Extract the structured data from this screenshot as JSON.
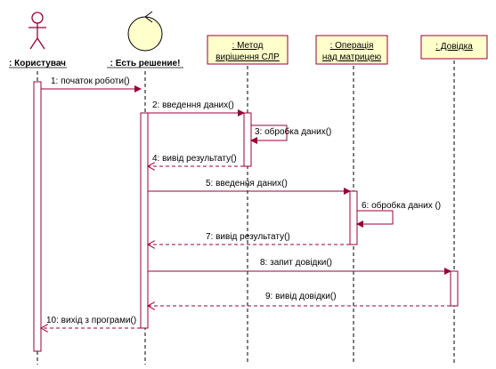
{
  "colors": {
    "line": "#990033",
    "box_fill": "#ffffcc",
    "lifeline": "#000000"
  },
  "participants": [
    {
      "name": ": Користувач",
      "kind": "actor"
    },
    {
      "name": ": Есть решение!",
      "kind": "control"
    },
    {
      "name_line1": ": Метод",
      "name_line2": "вирішення СЛР",
      "kind": "object"
    },
    {
      "name_line1": ": Операція",
      "name_line2": "над матрицею",
      "kind": "object"
    },
    {
      "name": ": Довідка",
      "kind": "object"
    }
  ],
  "messages": [
    {
      "label": "1: початок роботи()",
      "type": "call"
    },
    {
      "label": "2: введення даних()",
      "type": "call"
    },
    {
      "label": "3: обробка даних()",
      "type": "self"
    },
    {
      "label": "4: вивід результату()",
      "type": "return"
    },
    {
      "label": "5: введення даних()",
      "type": "call"
    },
    {
      "label": "6: обробка даних ()",
      "type": "self"
    },
    {
      "label": "7: вивід результату()",
      "type": "return"
    },
    {
      "label": "8: запит довідки()",
      "type": "call"
    },
    {
      "label": "9: вивід довідки()",
      "type": "return"
    },
    {
      "label": "10: вихід з програми()",
      "type": "return"
    }
  ]
}
